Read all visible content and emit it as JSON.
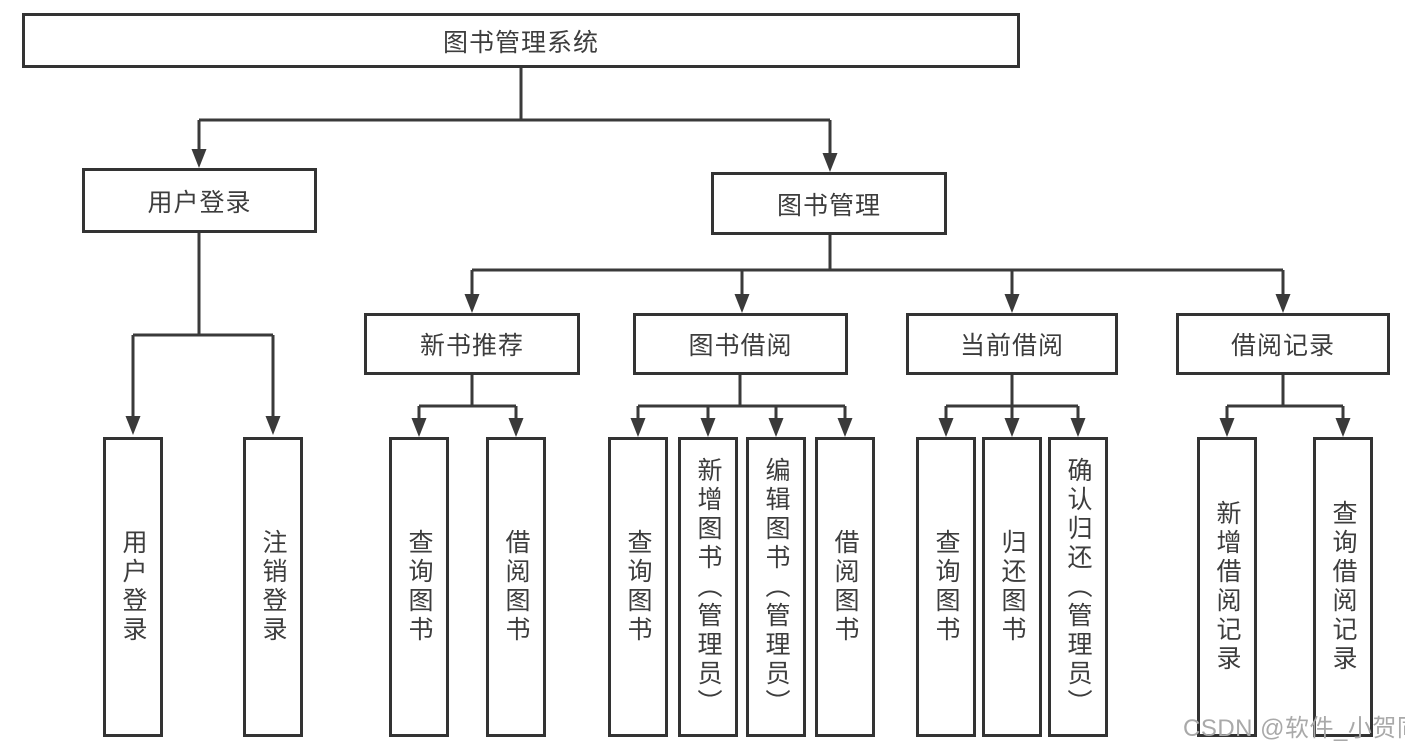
{
  "tree": {
    "root": {
      "label": "图书管理系统"
    },
    "children": [
      {
        "label": "用户登录",
        "children": [
          {
            "label": "用户登录"
          },
          {
            "label": "注销登录"
          }
        ]
      },
      {
        "label": "图书管理",
        "children": [
          {
            "label": "新书推荐",
            "children": [
              {
                "label": "查询图书"
              },
              {
                "label": "借阅图书"
              }
            ]
          },
          {
            "label": "图书借阅",
            "children": [
              {
                "label": "查询图书"
              },
              {
                "label": "新增图书（管理员）"
              },
              {
                "label": "编辑图书（管理员）"
              },
              {
                "label": "借阅图书"
              }
            ]
          },
          {
            "label": "当前借阅",
            "children": [
              {
                "label": "查询图书"
              },
              {
                "label": "归还图书"
              },
              {
                "label": "确认归还（管理员）"
              }
            ]
          },
          {
            "label": "借阅记录",
            "children": [
              {
                "label": "新增借阅记录"
              },
              {
                "label": "查询借阅记录"
              }
            ]
          }
        ]
      }
    ]
  },
  "watermark": {
    "text": "CSDN @软件_小贺同学"
  },
  "colors": {
    "line": "#3a3a3a",
    "border": "#333333",
    "text": "#3d3d3d",
    "watermark": "#a9a9a9",
    "bg": "#ffffff"
  }
}
